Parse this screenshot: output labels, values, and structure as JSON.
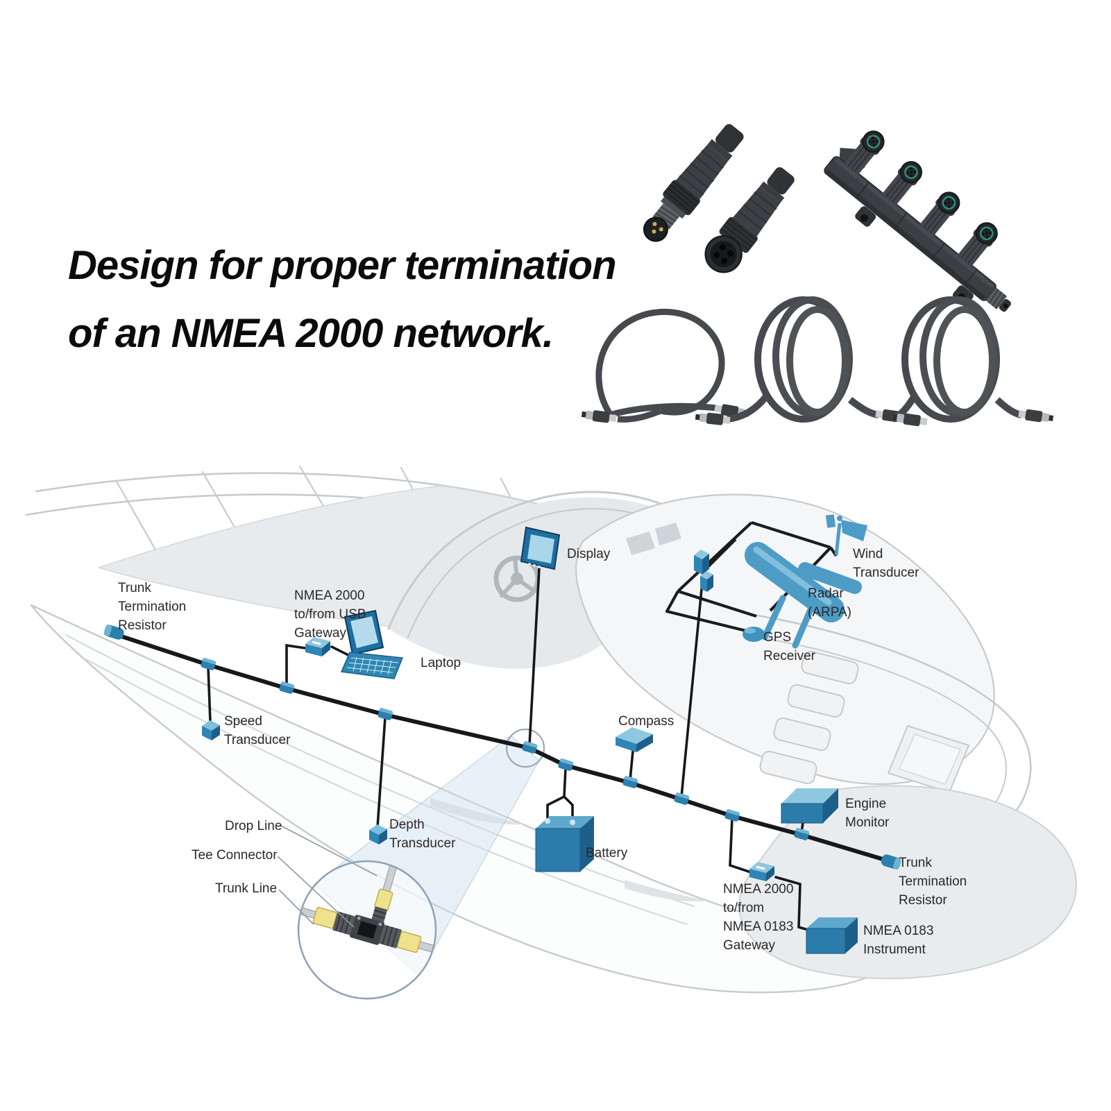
{
  "title": {
    "line1": "Design for proper termination",
    "line2": "of an NMEA 2000 network."
  },
  "products": {
    "male_terminator": "male-terminator-plug",
    "female_terminator": "female-terminator-plug",
    "multi_port_tee": "four-port-tee-connector",
    "cable_short": "short-drop-cable",
    "cable_medium": "trunk-extension-cable",
    "cable_long": "trunk-extension-cable"
  },
  "colors": {
    "device_blue": "#2f86b5",
    "device_blue_dark": "#1d5f8a",
    "device_blue_light": "#8ec7e0",
    "network_black": "#1a1c1e",
    "boat_outline": "#c6cbd0",
    "inset_yellow": "#eee28c"
  },
  "diagram": {
    "labels": {
      "trunk_term_left": {
        "lines": [
          "Trunk",
          "Termination",
          "Resistor"
        ]
      },
      "usb_gateway": {
        "lines": [
          "NMEA 2000",
          "to/from USB",
          "Gateway"
        ]
      },
      "speed": {
        "lines": [
          "Speed",
          "Transducer"
        ]
      },
      "laptop": {
        "lines": [
          "Laptop"
        ]
      },
      "display": {
        "lines": [
          "Display"
        ]
      },
      "depth": {
        "lines": [
          "Depth",
          "Transducer"
        ]
      },
      "compass": {
        "lines": [
          "Compass"
        ]
      },
      "battery": {
        "lines": [
          "Battery"
        ]
      },
      "wind": {
        "lines": [
          "Wind",
          "Transducer"
        ]
      },
      "radar": {
        "lines": [
          "Radar",
          "(ARPA)"
        ]
      },
      "gps": {
        "lines": [
          "GPS",
          "Receiver"
        ]
      },
      "engine": {
        "lines": [
          "Engine",
          "Monitor"
        ]
      },
      "trunk_term_right": {
        "lines": [
          "Trunk",
          "Termination",
          "Resistor"
        ]
      },
      "nmea0183_gateway": {
        "lines": [
          "NMEA 2000",
          "to/from",
          "NMEA 0183",
          "Gateway"
        ]
      },
      "nmea0183_instrument": {
        "lines": [
          "NMEA 0183",
          "Instrument"
        ]
      },
      "drop_line": {
        "lines": [
          "Drop Line"
        ]
      },
      "tee_connector": {
        "lines": [
          "Tee Connector"
        ]
      },
      "trunk_line": {
        "lines": [
          "Trunk Line"
        ]
      }
    }
  }
}
